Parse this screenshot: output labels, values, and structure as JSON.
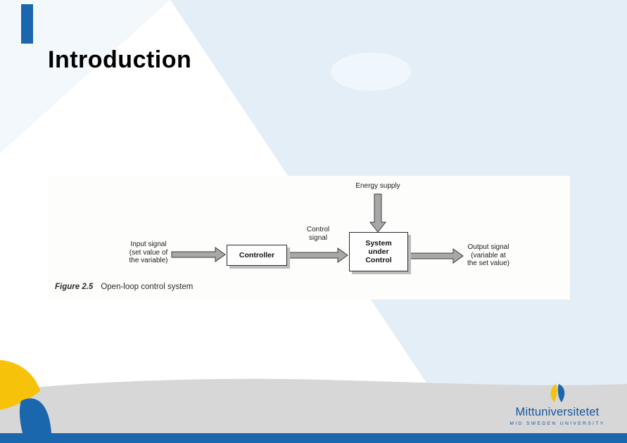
{
  "slide": {
    "title": "Introduction"
  },
  "figure": {
    "labels": {
      "energy": "Energy supply",
      "control_signal": [
        "Control",
        "signal"
      ],
      "input": [
        "Input signal",
        "(set value of",
        "the variable)"
      ],
      "output": [
        "Output signal",
        "(variable at",
        "the set value)"
      ]
    },
    "boxes": {
      "controller": "Controller",
      "system": [
        "System",
        "under",
        "Control"
      ]
    },
    "caption": {
      "label": "Figure 2.5",
      "text": "Open-loop control system"
    }
  },
  "footer": {
    "university": "Mittuniversitetet",
    "tagline": "MID SWEDEN UNIVERSITY"
  },
  "colors": {
    "accent_blue": "#1a67ae",
    "light_blue": "#e4eef7",
    "pale_blue": "#f3f8fc",
    "brand_yellow": "#f6c20a",
    "band_gray": "#d7d7d7",
    "logo_blue": "#17569e",
    "arrow_gray": "#a8a8a8"
  }
}
